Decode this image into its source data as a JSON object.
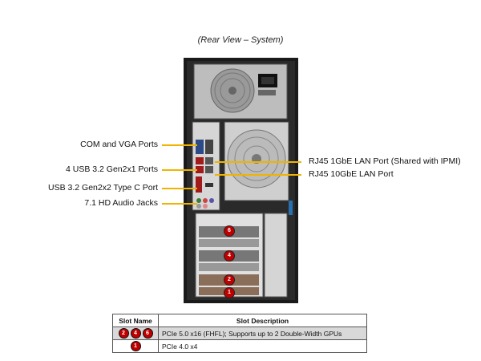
{
  "caption": "(Rear View – System)",
  "callouts": {
    "com_vga": "COM and VGA Ports",
    "usb_gen2x1": "4 USB 3.2 Gen2x1  Ports",
    "usb_typec": "USB 3.2 Gen2x2  Type  C Port",
    "audio": "7.1 HD Audio Jacks",
    "rj45_1g": "RJ45  1GbE LAN Port (Shared with IPMI)",
    "rj45_10g": "RJ45  10GbE LAN Port"
  },
  "slot_badges": {
    "s6": "6",
    "s4": "4",
    "s2": "2",
    "s1": "1"
  },
  "table": {
    "headers": [
      "Slot Name",
      "Slot Description"
    ],
    "rows": [
      {
        "slots": [
          "2",
          "4",
          "6"
        ],
        "description": "PCIe 5.0 x16 (FHFL);  Supports up to 2 Double-Width  GPUs"
      },
      {
        "slots": [
          "1"
        ],
        "description": "PCIe 4.0 x4"
      }
    ]
  },
  "colors": {
    "callout_line": "#f0b400",
    "slot_badge": "#c00000",
    "row_shade": "#d9d9d9"
  }
}
